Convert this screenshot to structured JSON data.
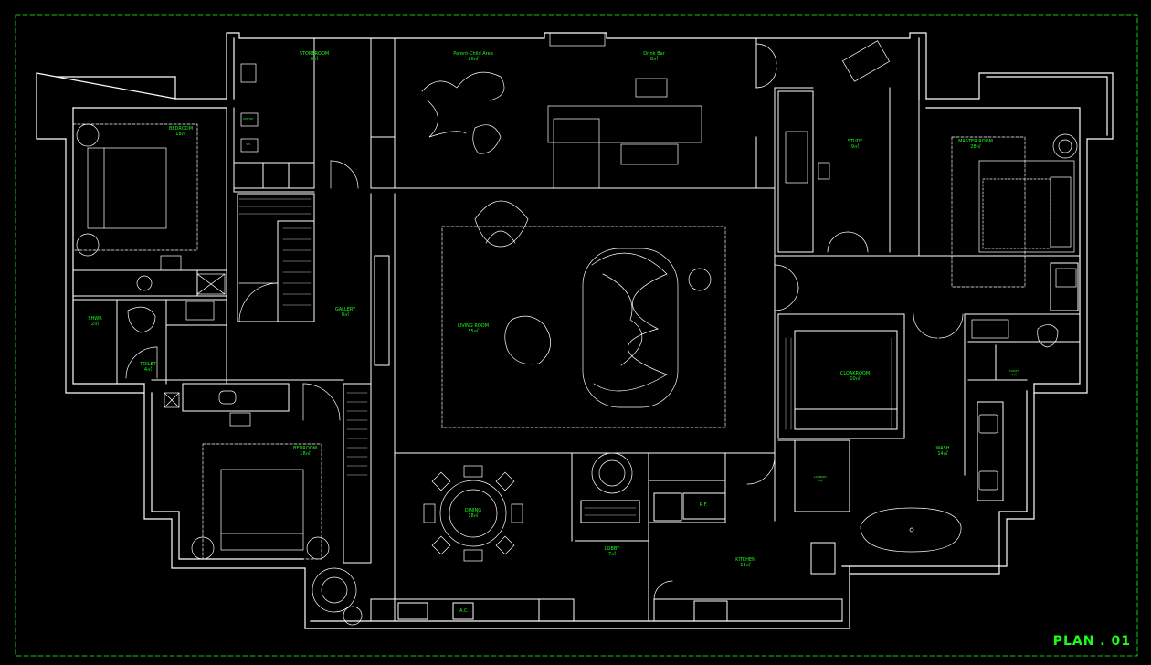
{
  "title": "PLAN . 01",
  "accent_color": "#19ff19",
  "rooms": {
    "bedroom1": {
      "name": "BEDROOM",
      "area": "18㎡"
    },
    "bedroom2": {
      "name": "BEDROOM",
      "area": "18㎡"
    },
    "master": {
      "name": "MASTER ROOM",
      "area": "28㎡"
    },
    "study": {
      "name": "STUDY",
      "area": "9㎡"
    },
    "parent_child": {
      "name": "Parent-Child Area",
      "area": "26㎡"
    },
    "drink": {
      "name": "Drink Bar",
      "area": "8㎡"
    },
    "storage": {
      "name": "STOREROOM",
      "area": "6㎡"
    },
    "gallery": {
      "name": "GALLERY",
      "area": "8㎡"
    },
    "living": {
      "name": "LIVING ROOM",
      "area": "55㎡"
    },
    "cloakroom": {
      "name": "CLOAKROOM",
      "area": "10㎡"
    },
    "wash": {
      "name": "WASH",
      "area": "14㎡"
    },
    "dining": {
      "name": "DINING",
      "area": "18㎡"
    },
    "lobby": {
      "name": "LOBBY",
      "area": "7㎡"
    },
    "kitchen": {
      "name": "KITCHEN",
      "area": "13㎡"
    },
    "toilet": {
      "name": "TOILET",
      "area": "4㎡"
    },
    "shower": {
      "name": "SHWR",
      "area": "2㎡"
    },
    "pantry": {
      "name": "PANTRY",
      "area": "3㎡"
    },
    "toilet2": {
      "name": "TOILET",
      "area": "3㎡"
    },
    "wc_small": {
      "name": "WC",
      "area": "1㎡"
    },
    "laundry": {
      "name": "LAUNDRY",
      "area": "2㎡"
    }
  },
  "fixtures": {
    "fridge": "R.F.",
    "ac": "A.C."
  }
}
